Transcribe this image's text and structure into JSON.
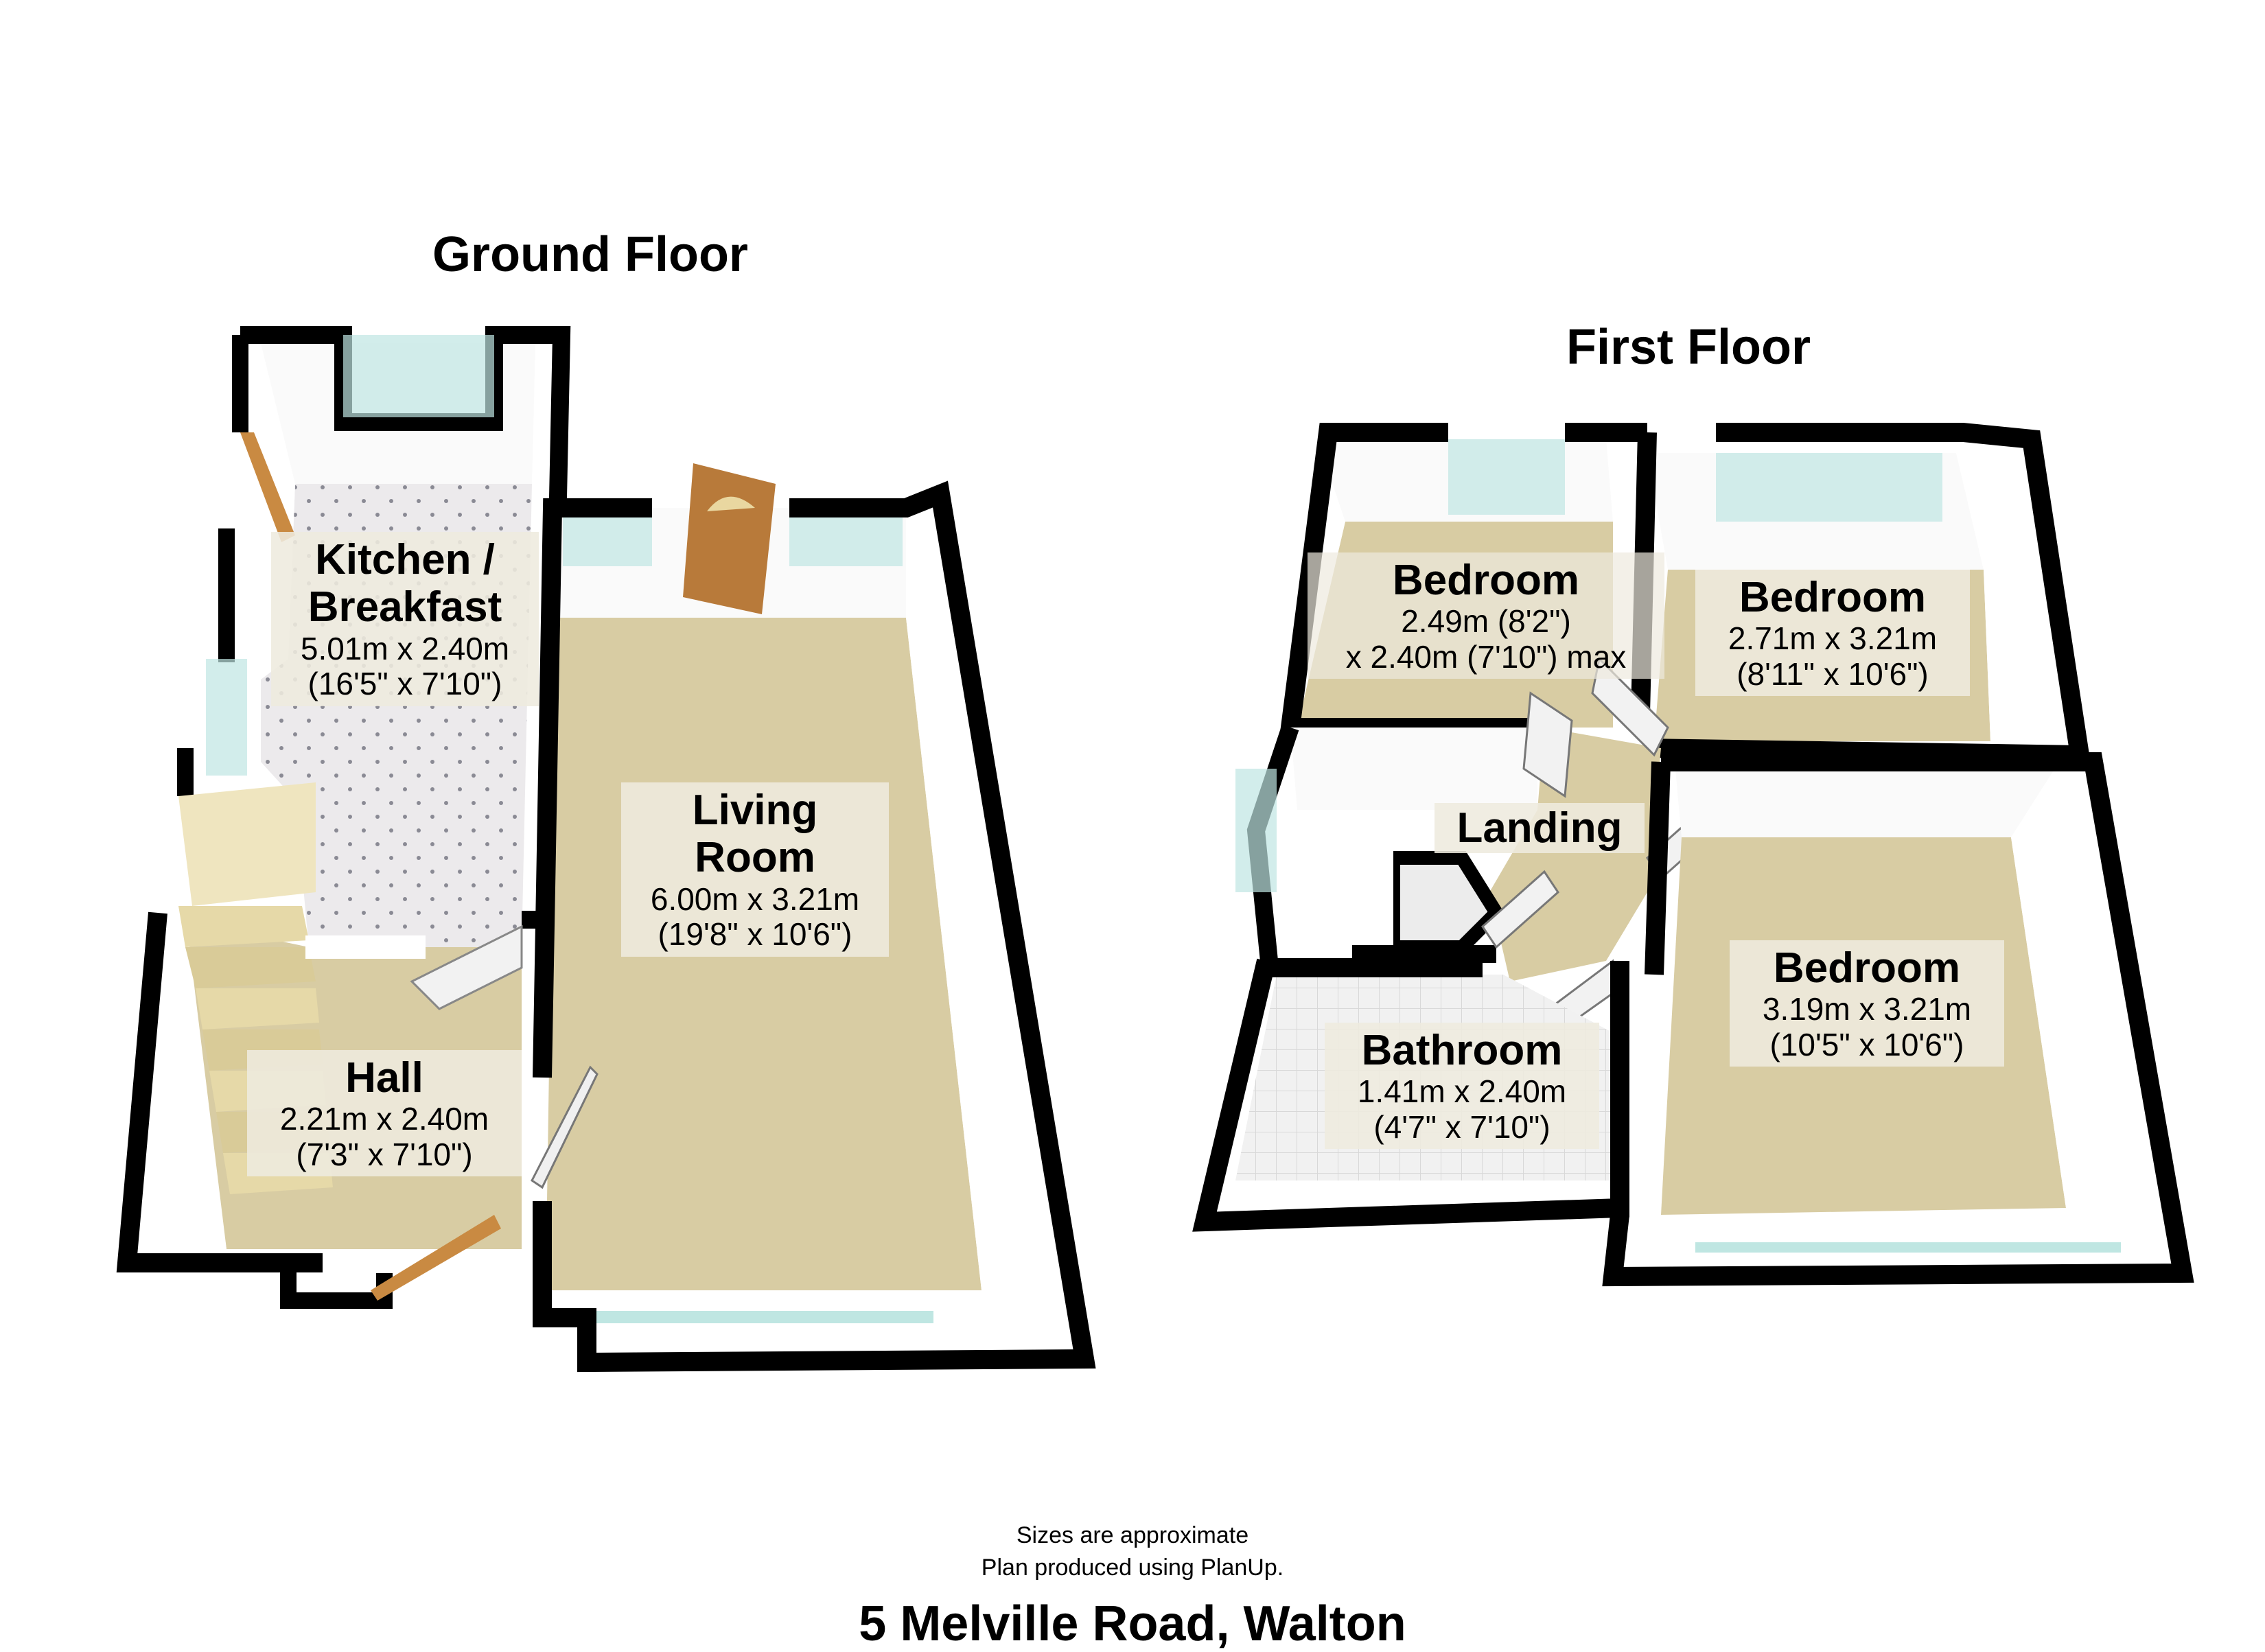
{
  "floors": {
    "ground": {
      "title": "Ground Floor",
      "rooms": {
        "kitchen": {
          "name": "Kitchen /\nBreakfast",
          "dims": "5.01m x 2.40m\n(16'5\" x 7'10\")"
        },
        "living": {
          "name": "Living\nRoom",
          "dims": "6.00m x 3.21m\n(19'8\" x 10'6\")"
        },
        "hall": {
          "name": "Hall",
          "dims": "2.21m x 2.40m\n(7'3\" x 7'10\")"
        }
      }
    },
    "first": {
      "title": "First Floor",
      "rooms": {
        "bedroom1": {
          "name": "Bedroom",
          "dims": "2.49m (8'2\")\nx 2.40m (7'10\") max"
        },
        "bedroom2": {
          "name": "Bedroom",
          "dims": "2.71m x 3.21m\n(8'11\" x 10'6\")"
        },
        "landing": {
          "name": "Landing",
          "dims": ""
        },
        "bedroom3": {
          "name": "Bedroom",
          "dims": "3.19m x 3.21m\n(10'5\" x 10'6\")"
        },
        "bathroom": {
          "name": "Bathroom",
          "dims": "1.41m x 2.40m\n(4'7\" x 7'10\")"
        }
      }
    }
  },
  "footer": {
    "note_line1": "Sizes are approximate",
    "note_line2": "Plan produced using PlanUp.",
    "address": "5 Melville Road, Walton"
  },
  "colors": {
    "wall": "#000000",
    "carpet": "#d8cca3",
    "kitchen_floor": "#ece9ec",
    "bath_floor": "#eeeeee",
    "window": "#bfe6e2",
    "door": "#b87a3a"
  }
}
